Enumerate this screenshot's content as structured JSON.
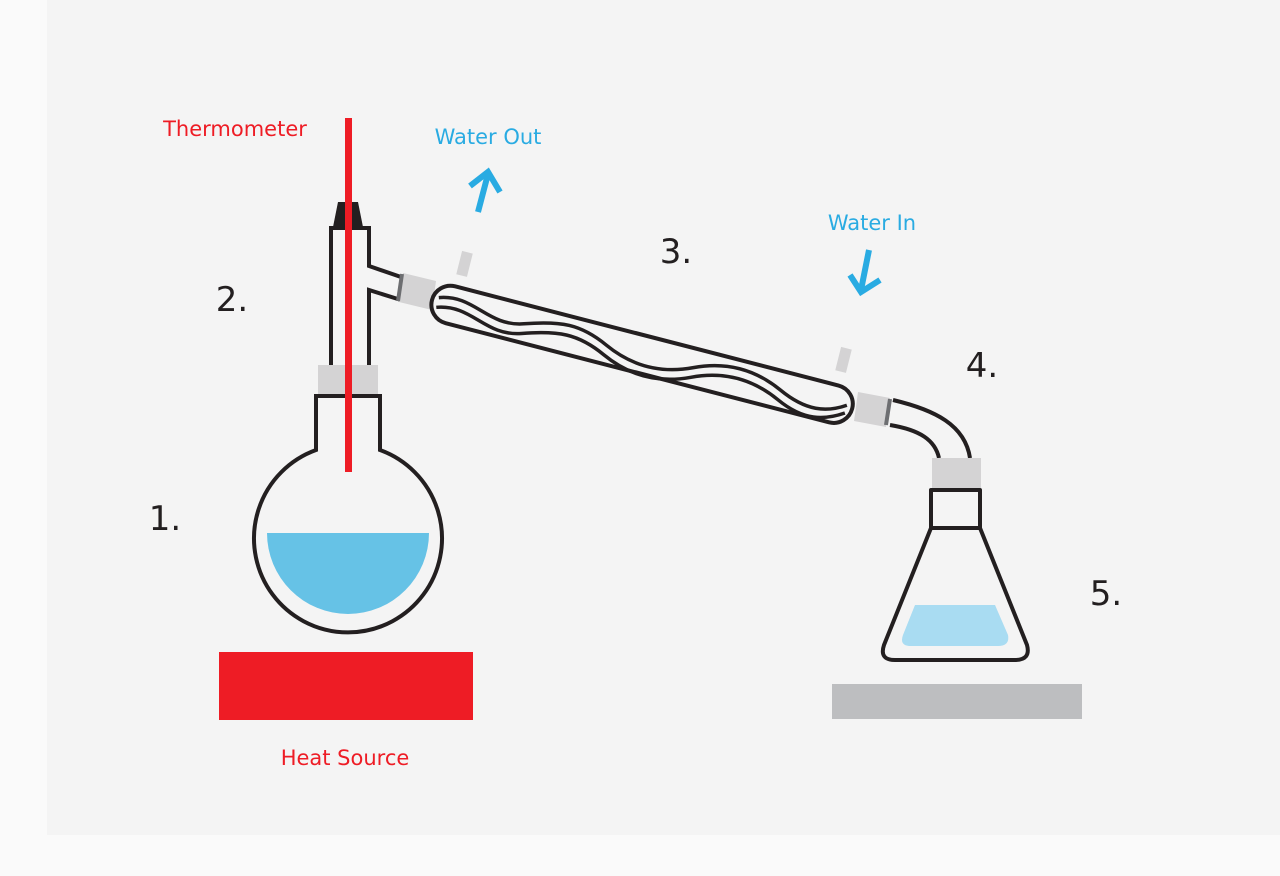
{
  "labels": {
    "thermometer": "Thermometer",
    "water_out": "Water Out",
    "water_in": "Water In",
    "heat_source": "Heat Source",
    "step1": "1.",
    "step2": "2.",
    "step3": "3.",
    "step4": "4.",
    "step5": "5."
  },
  "colors": {
    "red": "#ee1c25",
    "blue": "#29abe2",
    "liquid": "#66c2e6",
    "distillate": "#a9dcf2",
    "joint": "#d4d3d4",
    "plate": "#bdbec0",
    "glass": "#231f20"
  }
}
